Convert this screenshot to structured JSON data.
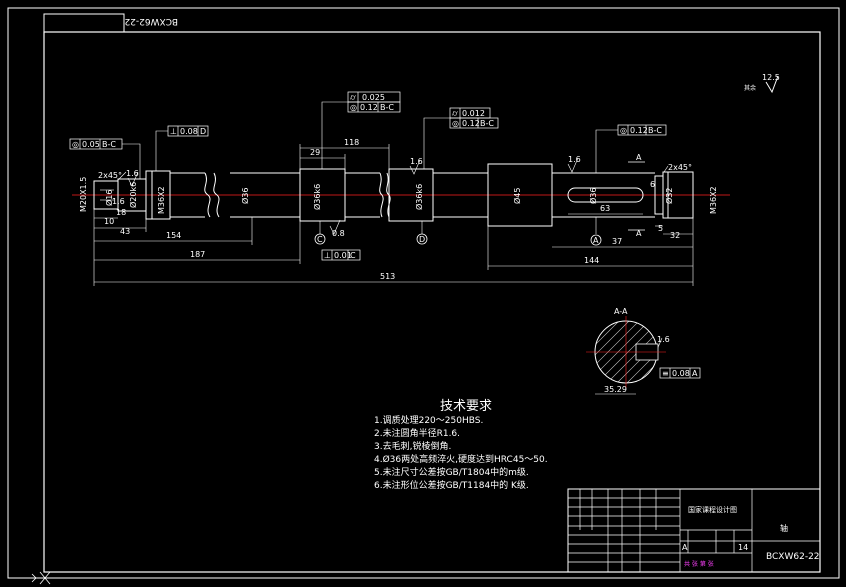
{
  "drawing": {
    "mirrored_code": "BCXW62-22",
    "surface_other": "其余",
    "surface_roughness": "12.5",
    "title_part_name": "轴",
    "title_code": "BCXW62-22",
    "title_header": "国家课程设计图",
    "title_scale_value": "14",
    "title_stage_letter": "A",
    "title_sheet_text": "共  张  第  张"
  },
  "tech_requirements": {
    "heading": "技术要求",
    "items": [
      "1.调质处理220～250HBS.",
      "2.未注圆角半径R1.6.",
      "3.去毛刺,锐棱倒角.",
      "4.Ø36两处高频淬火,硬度达到HRC45～50.",
      "5.未注尺寸公差按GB/T1804中的m级.",
      "6.未注形位公差按GB/T1184中的 K级."
    ]
  },
  "dimensions": {
    "d_513": "513",
    "d_187": "187",
    "d_154": "154",
    "d_144": "144",
    "d_118": "118",
    "d_63": "63",
    "d_37": "37",
    "d_29": "29",
    "d_18": "18",
    "d_10": "10",
    "d_43": "43",
    "d_32": "32",
    "d_5": "5",
    "d_6": "6",
    "dia_36": "Ø36",
    "dia_36k6_a": "Ø36k6",
    "dia_36k6_b": "Ø36k6",
    "dia_45": "Ø45",
    "dia_36_right": "Ø36",
    "dia_32": "Ø32",
    "dia_20k6": "Ø20k6",
    "dia_16": "Ø16",
    "thread_left_outer": "M20X1.5",
    "thread_left_inner": "M36X2",
    "thread_right": "M36X2",
    "chamfer_left": "2x45°",
    "chamfer_right": "2x45°",
    "rough_16_a": "1.6",
    "rough_16_b": "1.6",
    "rough_16_c": "1.6",
    "rough_16_d": "1.6",
    "rough_16_e": "1.6",
    "rough_08": "0.8",
    "section_label": "A-A",
    "section_dim": "35.29",
    "section_mark_a1": "A",
    "section_mark_a2": "A",
    "datum_c": "C",
    "datum_d": "D",
    "datum_a": "A"
  },
  "tolerances": {
    "fcf_left_1_sym": "◎",
    "fcf_left_1_val": "0.05",
    "fcf_left_1_ref": "B-C",
    "fcf_left_2_sym": "⊥",
    "fcf_left_2_val": "0.08",
    "fcf_left_2_ref": "D",
    "fcf_mid_1a_sym": "⌭",
    "fcf_mid_1a_val": "0.025",
    "fcf_mid_1b_sym": "◎",
    "fcf_mid_1b_val": "0.12",
    "fcf_mid_1b_ref": "B-C",
    "fcf_mid_2a_sym": "⌭",
    "fcf_mid_2a_val": "0.012",
    "fcf_mid_2b_sym": "◎",
    "fcf_mid_2b_ref": "B-C",
    "fcf_mid_2b_val": "0.12",
    "fcf_right_sym": "◎",
    "fcf_right_val": "0.12",
    "fcf_right_ref": "B-C",
    "fcf_bottom_sym": "⊥",
    "fcf_bottom_val": "0.01",
    "fcf_bottom_ref": "C",
    "fcf_section_sym": "≡",
    "fcf_section_val": "0.08",
    "fcf_section_ref": "A"
  }
}
